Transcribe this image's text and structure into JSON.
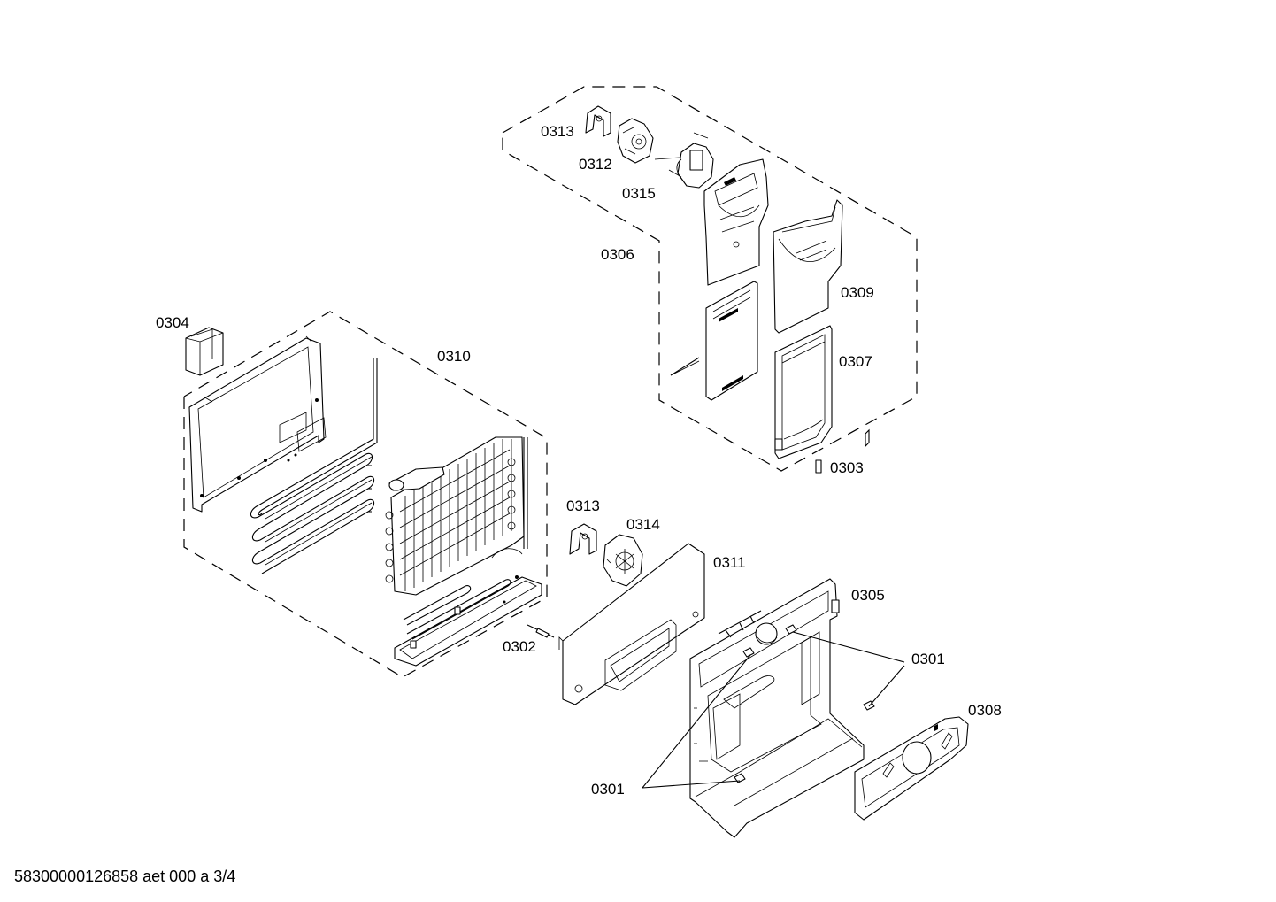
{
  "diagram": {
    "labels": {
      "p0313_top": "0313",
      "p0312": "0312",
      "p0315": "0315",
      "p0306": "0306",
      "p0309": "0309",
      "p0307": "0307",
      "p0303": "0303",
      "p0304": "0304",
      "p0310": "0310",
      "p0313_mid": "0313",
      "p0314": "0314",
      "p0311": "0311",
      "p0305": "0305",
      "p0302": "0302",
      "p0301_right": "0301",
      "p0308": "0308",
      "p0301_left": "0301"
    }
  },
  "footer": {
    "document_ref": "58300000126858 aet 000 a 3/4"
  }
}
